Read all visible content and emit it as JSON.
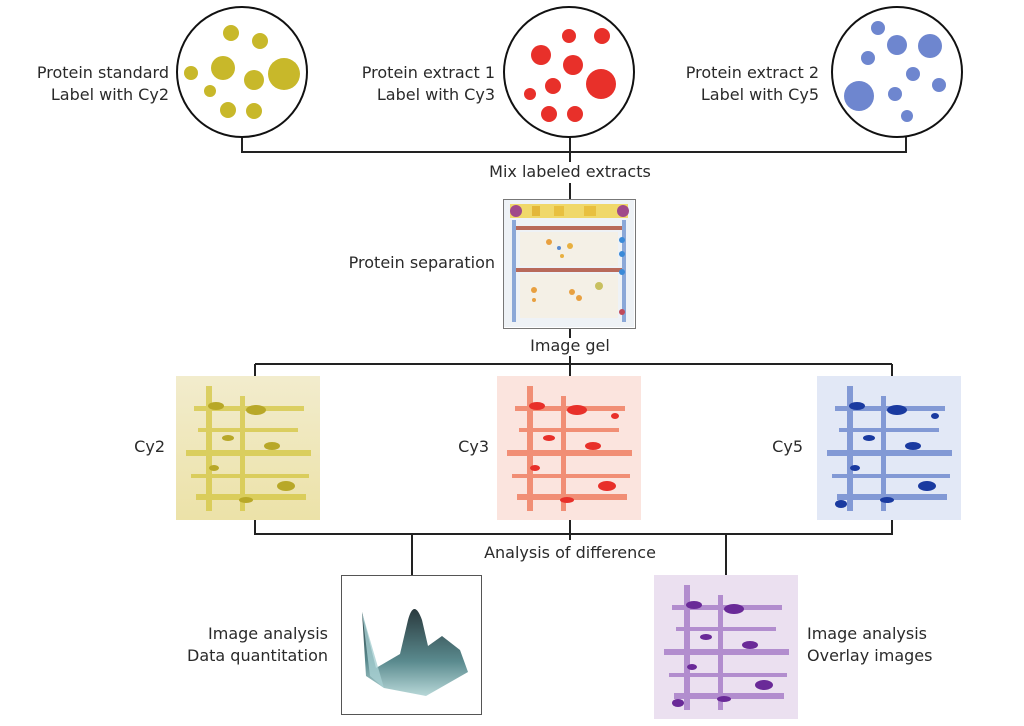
{
  "samples": [
    {
      "line1": "Protein standard",
      "line2": "Label with Cy2",
      "color": "#c8b82a"
    },
    {
      "line1": "Protein extract 1",
      "line2": "Label with Cy3",
      "color": "#e8302a"
    },
    {
      "line1": "Protein extract 2",
      "line2": "Label with Cy5",
      "color": "#6e86cf"
    }
  ],
  "steps": {
    "mix": "Mix labeled extracts",
    "separation": "Protein separation",
    "image_gel": "Image gel",
    "analysis_of_difference": "Analysis of difference"
  },
  "channels": [
    {
      "label": "Cy2",
      "color": "#d4c640"
    },
    {
      "label": "Cy3",
      "color": "#e84a2a"
    },
    {
      "label": "Cy5",
      "color": "#2a4aa8"
    }
  ],
  "outputs": [
    {
      "line1": "Image analysis",
      "line2": "Data quantitation"
    },
    {
      "line1": "Image analysis",
      "line2": "Overlay images",
      "color": "#7a3aa8"
    }
  ]
}
